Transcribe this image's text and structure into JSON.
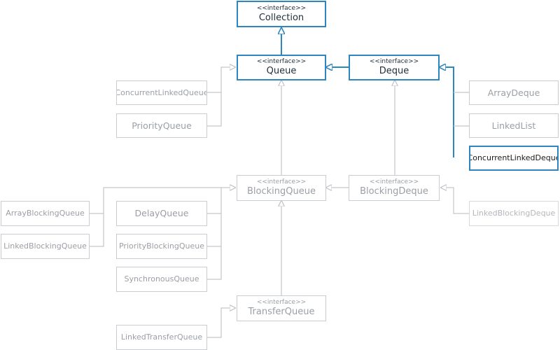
{
  "stereotype": "<<interface>>",
  "nodes": {
    "collection": {
      "stereo": "<<interface>>",
      "name": "Collection"
    },
    "queue": {
      "stereo": "<<interface>>",
      "name": "Queue"
    },
    "deque": {
      "stereo": "<<interface>>",
      "name": "Deque"
    },
    "blocking_queue": {
      "stereo": "<<interface>>",
      "name": "BlockingQueue"
    },
    "blocking_deque": {
      "stereo": "<<interface>>",
      "name": "BlockingDeque"
    },
    "transfer_queue": {
      "stereo": "<<interface>>",
      "name": "TransferQueue"
    },
    "concurrent_linked_queue": {
      "name": "ConcurrentLinkedQueue"
    },
    "priority_queue": {
      "name": "PriorityQueue"
    },
    "array_deque": {
      "name": "ArrayDeque"
    },
    "linked_list": {
      "name": "LinkedList"
    },
    "concurrent_linked_deque": {
      "name": "ConcurrentLinkedDeque"
    },
    "linked_blocking_deque": {
      "name": "LinkedBlockingDeque"
    },
    "array_blocking_queue": {
      "name": "ArrayBlockingQueue"
    },
    "linked_blocking_queue": {
      "name": "LinkedBlockingQueue"
    },
    "delay_queue": {
      "name": "DelayQueue"
    },
    "priority_blocking_queue": {
      "name": "PriorityBlockingQueue"
    },
    "synchronous_queue": {
      "name": "SynchronousQueue"
    },
    "linked_transfer_queue": {
      "name": "LinkedTransferQueue"
    }
  },
  "colors": {
    "highlight": "#2e86c1",
    "line": "#c9ccd1",
    "text": "#9a9fa6"
  }
}
